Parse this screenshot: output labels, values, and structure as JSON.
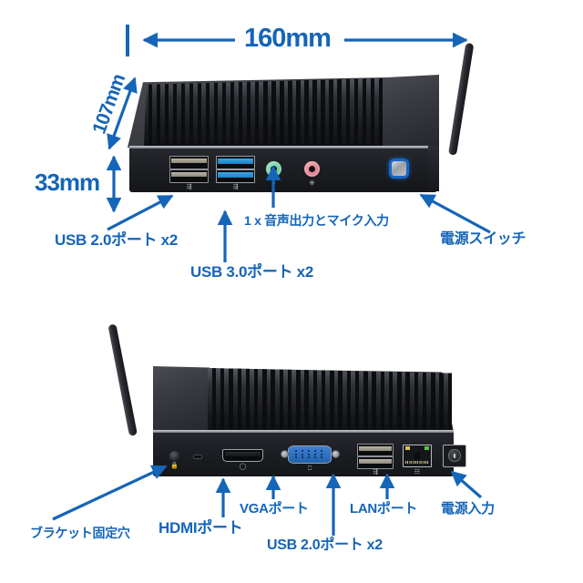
{
  "accent_color": "#1565b8",
  "background_color": "#ffffff",
  "dimensions": {
    "width_label": "160mm",
    "depth_label": "107mm",
    "height_label": "33mm"
  },
  "front_view": {
    "callouts": [
      {
        "id": "usb20-front",
        "label": "USB 2.0ポート x2"
      },
      {
        "id": "usb30-front",
        "label": "USB 3.0ポート x2"
      },
      {
        "id": "audio-front",
        "label": "1 x 音声出力とマイク入力"
      },
      {
        "id": "power-switch",
        "label": "電源スイッチ"
      }
    ],
    "ports": {
      "usb2_count": 2,
      "usb3_count": 2,
      "headphone_jack_color": "#7fd6a6",
      "mic_jack_color": "#e98793",
      "power_button_glow": "#1867c8"
    }
  },
  "rear_view": {
    "callouts": [
      {
        "id": "bracket-hole",
        "label": "ブラケット固定穴"
      },
      {
        "id": "hdmi-port",
        "label": "HDMIポート"
      },
      {
        "id": "vga-port",
        "label": "VGAポート"
      },
      {
        "id": "usb20-rear",
        "label": "USB 2.0ポート x2"
      },
      {
        "id": "lan-port",
        "label": "LANポート"
      },
      {
        "id": "dc-input",
        "label": "電源入力"
      }
    ],
    "ports": {
      "vga_color": "#2f74c8",
      "lan_led_left_color": "#e0c63a",
      "lan_led_right_color": "#57c44a"
    }
  }
}
